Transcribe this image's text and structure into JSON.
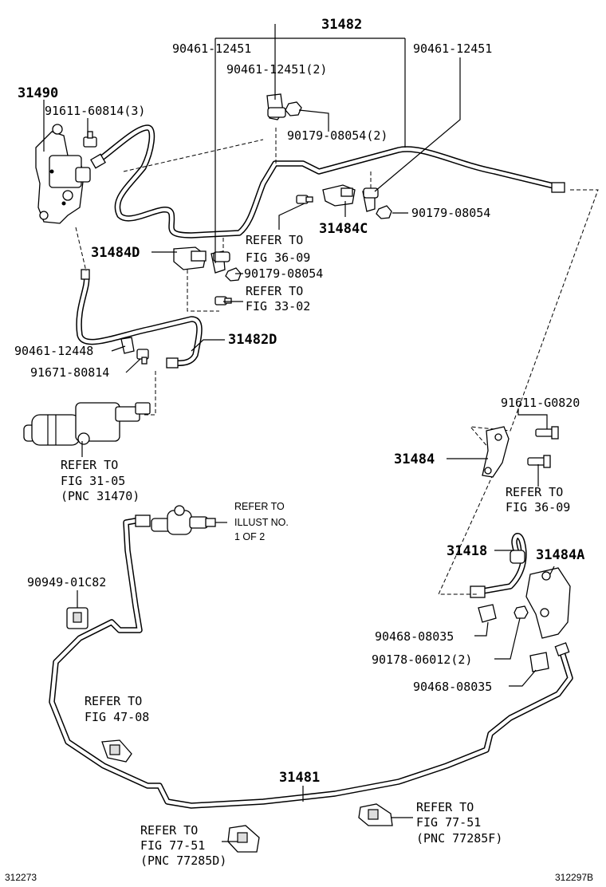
{
  "labels": {
    "p31482": "31482",
    "p90461_12451_a": "90461-12451",
    "p90461_12451_2": "90461-12451(2)",
    "p90461_12451_b": "90461-12451",
    "p31490": "31490",
    "p91611_60814_3": "91611-60814(3)",
    "p90179_08054_2": "90179-08054(2)",
    "p90179_08054_a": "90179-08054",
    "p31484C": "31484C",
    "refer_to_1": "REFER TO",
    "fig_36_09_a": "FIG 36-09",
    "p31484D": "31484D",
    "p90179_08054_b": "90179-08054",
    "refer_to_2": "REFER TO",
    "fig_33_02": "FIG 33-02",
    "p31482D": "31482D",
    "p90461_12448": "90461-12448",
    "p91671_80814": "91671-80814",
    "p91611_G0820": "91611-G0820",
    "p31484": "31484",
    "refer_to_3": "REFER TO",
    "fig_36_09_b": "FIG 36-09",
    "refer_to_4": "REFER TO",
    "fig_31_05": "FIG 31-05",
    "pnc_31470": "(PNC 31470)",
    "refer_to_illust_1": "REFER TO",
    "refer_to_illust_2": "ILLUST NO.",
    "refer_to_illust_3": "1 OF 2",
    "p31418": "31418",
    "p31484A": "31484A",
    "p90949_01C82": "90949-01C82",
    "p90468_08035_a": "90468-08035",
    "p90178_06012_2": "90178-06012(2)",
    "p90468_08035_b": "90468-08035",
    "refer_to_5": "REFER TO",
    "fig_47_08": "FIG 47-08",
    "p31481": "31481",
    "refer_to_6": "REFER TO",
    "fig_77_51_a": "FIG 77-51",
    "pnc_77285F": "(PNC 77285F)",
    "refer_to_7": "REFER TO",
    "fig_77_51_b": "FIG 77-51",
    "pnc_77285D": "(PNC 77285D)"
  },
  "footer": {
    "left_code": "312273",
    "right_code": "312297B"
  }
}
